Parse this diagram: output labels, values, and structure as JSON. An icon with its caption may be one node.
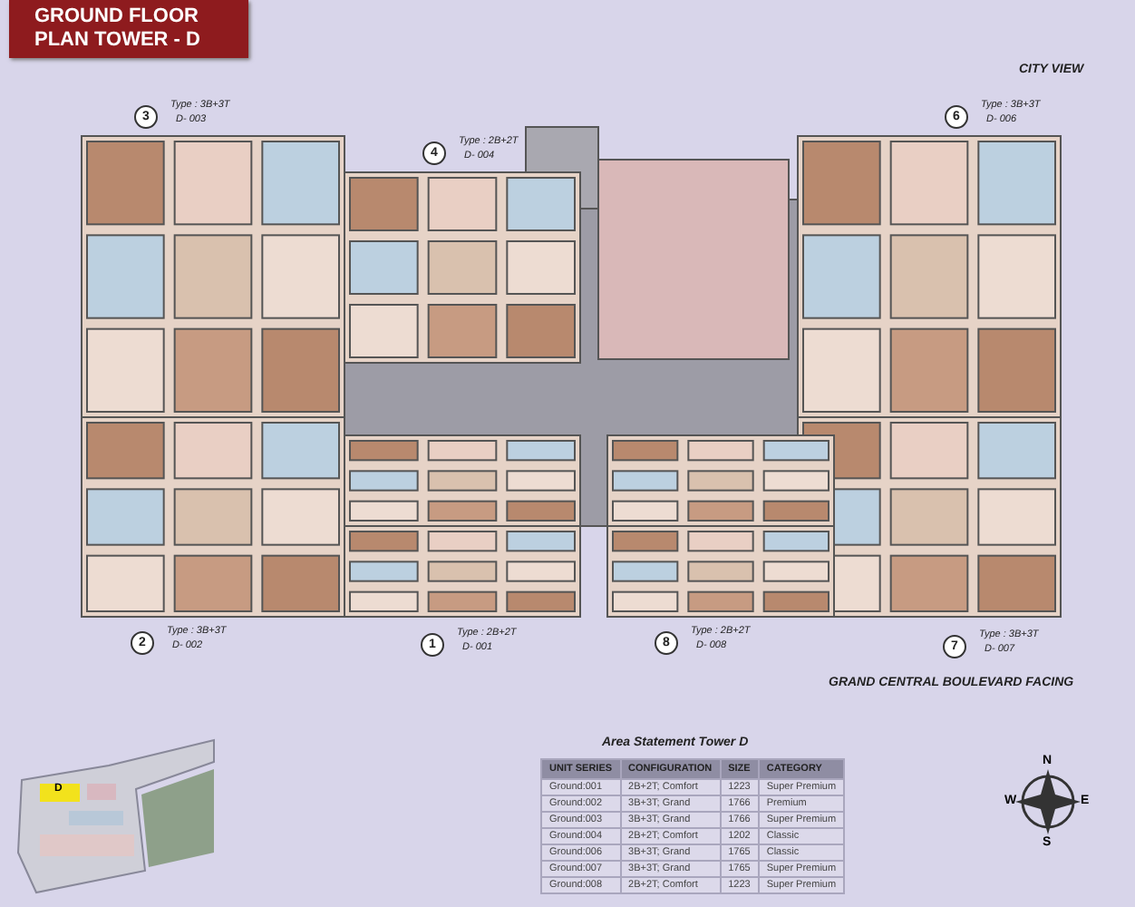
{
  "diagram": {
    "title": "GROUND FLOOR PLAN TOWER - D",
    "labels": [
      "CITY VIEW",
      "3",
      "Type : 3B+3T",
      "D- 003",
      "4",
      "Type : 2B+2T",
      "D- 004",
      "6",
      "Type : 3B+3T",
      "D- 006",
      "2",
      "Type : 3B+3T",
      "D- 002",
      "1",
      "Type : 2B+2T",
      "D- 001",
      "8",
      "Type : 2B+2T",
      "D- 008",
      "7",
      "Type : 3B+3T",
      "D- 007",
      "GRAND CENTRAL BOULEVARD FACING",
      "Area Statement Tower D",
      "UNIT SERIES",
      "CONFIGURATION",
      "SIZE",
      "CATEGORY",
      "Ground:001",
      "2B+2T; Comfort",
      "1223",
      "Super Premium",
      "Ground:002",
      "3B+3T; Grand",
      "1766",
      "Premium",
      "Ground:003",
      "3B+3T; Grand",
      "1766",
      "Super Premium",
      "Ground:004",
      "2B+2T; Comfort",
      "1202",
      "Classic",
      "Ground:006",
      "3B+3T; Grand",
      "1765",
      "Classic",
      "Ground:007",
      "3B+3T; Grand",
      "1765",
      "Super Premium",
      "Ground:008",
      "2B+2T; Comfort",
      "1223",
      "Super Premium",
      "N",
      "W",
      "E",
      "S",
      "D"
    ]
  }
}
